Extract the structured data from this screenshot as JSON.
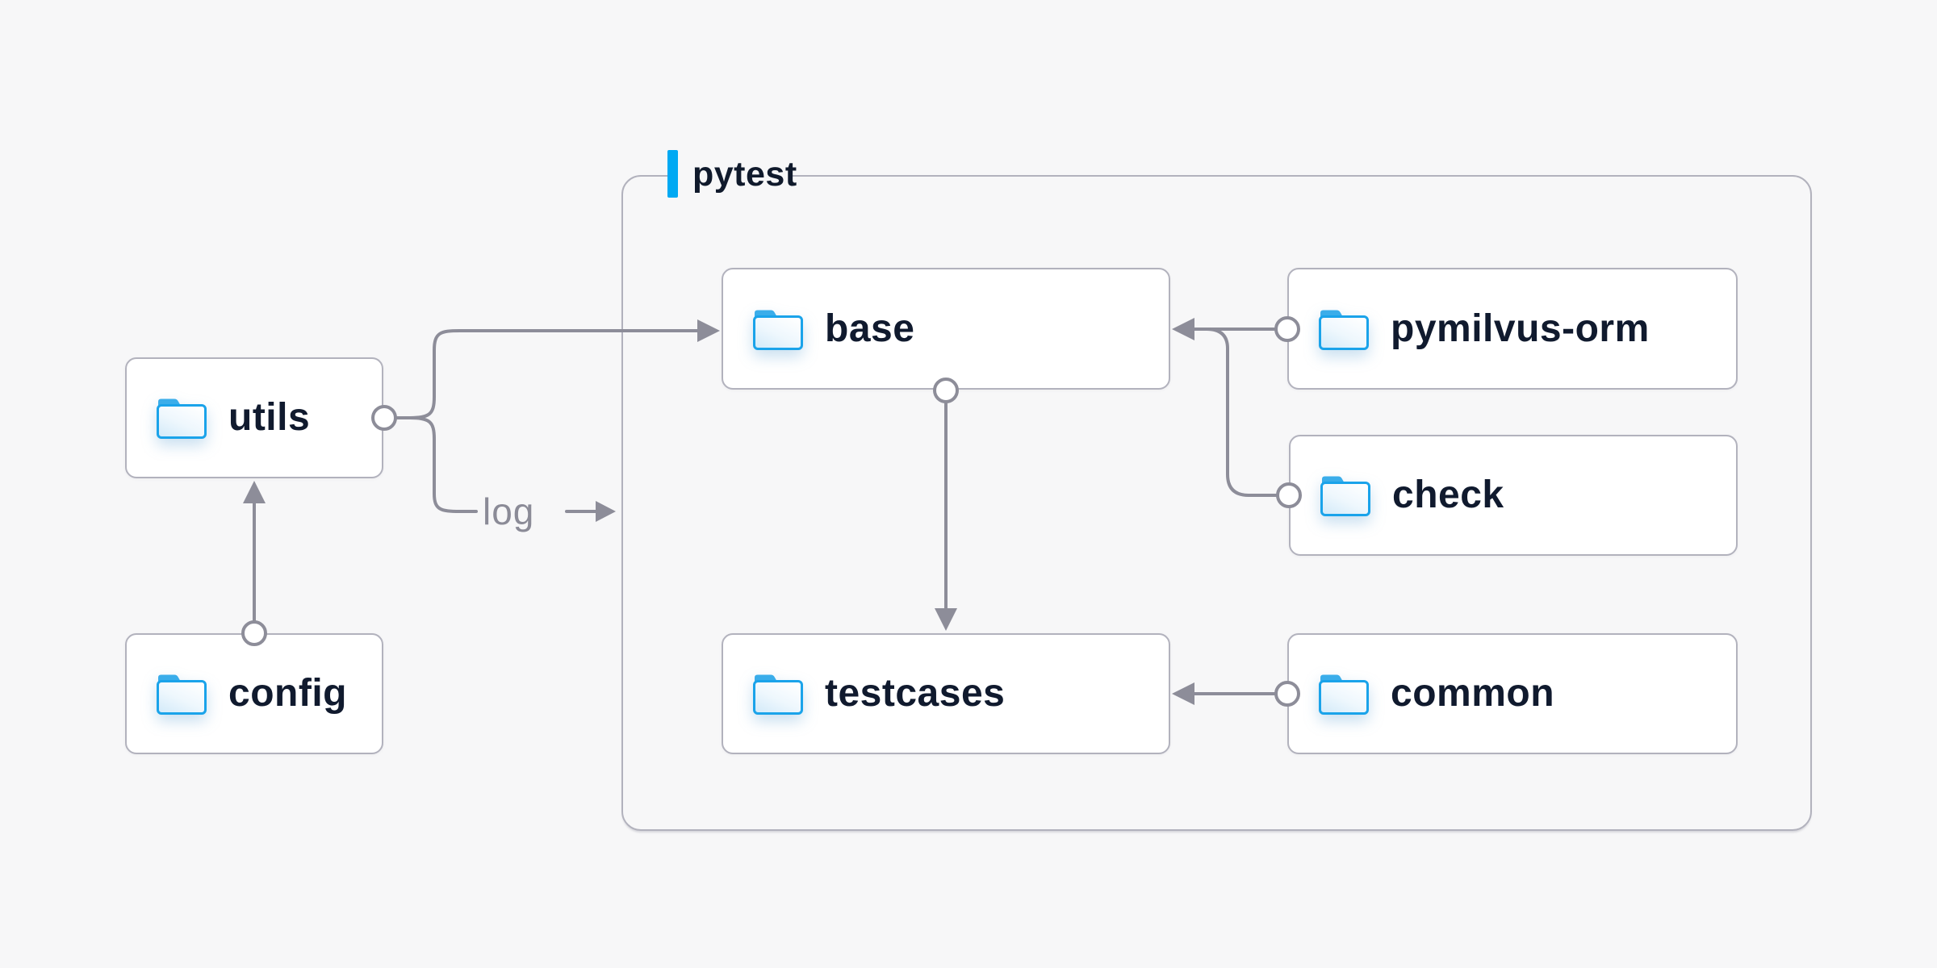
{
  "diagram": {
    "background_color": "#f7f7f8",
    "group": {
      "label": "pytest",
      "accent_color": "#00a9f3",
      "border_color": "#b2b2bd"
    },
    "nodes": [
      {
        "id": "utils",
        "label": "utils",
        "icon": "folder-icon"
      },
      {
        "id": "config",
        "label": "config",
        "icon": "folder-icon"
      },
      {
        "id": "base",
        "label": "base",
        "icon": "folder-icon",
        "group": "pytest"
      },
      {
        "id": "pymilvus-orm",
        "label": "pymilvus-orm",
        "icon": "folder-icon",
        "group": "pytest"
      },
      {
        "id": "check",
        "label": "check",
        "icon": "folder-icon",
        "group": "pytest"
      },
      {
        "id": "testcases",
        "label": "testcases",
        "icon": "folder-icon",
        "group": "pytest"
      },
      {
        "id": "common",
        "label": "common",
        "icon": "folder-icon",
        "group": "pytest"
      }
    ],
    "edges": [
      {
        "from": "config",
        "to": "utils"
      },
      {
        "from": "utils",
        "to": "base"
      },
      {
        "from": "utils",
        "to": "log",
        "label": "log"
      },
      {
        "from": "pymilvus-orm",
        "to": "base"
      },
      {
        "from": "check",
        "to": "base"
      },
      {
        "from": "base",
        "to": "testcases"
      },
      {
        "from": "common",
        "to": "testcases"
      }
    ],
    "edge_label": {
      "log": "log"
    },
    "colors": {
      "line": "#8d8d99",
      "text": "#101a2e",
      "folder_stroke": "#1aa3ea",
      "folder_tab": "#3aadea",
      "box_background": "#ffffff"
    }
  }
}
